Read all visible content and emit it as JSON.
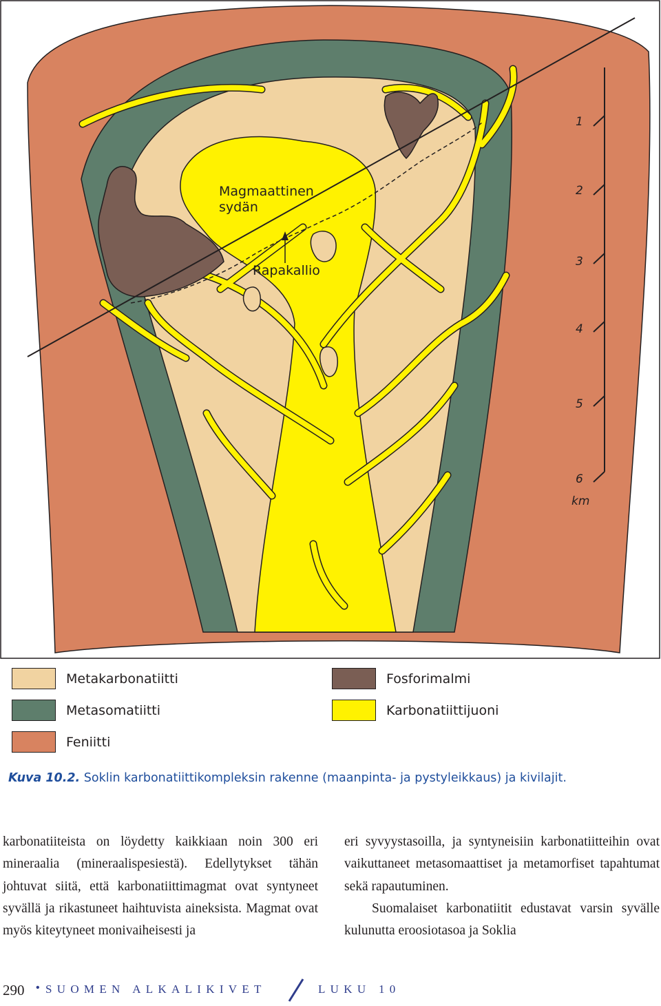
{
  "diagram": {
    "labels": {
      "core": "Magmaattinen\nsydän",
      "site": "Rapakallio"
    },
    "depth_scale": {
      "ticks": [
        "1",
        "2",
        "3",
        "4",
        "5",
        "6"
      ],
      "unit": "km"
    },
    "colors": {
      "metakarbonatiitti": "#f1d3a1",
      "metasomatiitti": "#5e7e6c",
      "feniitti": "#d88360",
      "fosforimalmi": "#7a5e54",
      "karbonatiittijuoni": "#fff200"
    }
  },
  "legend": {
    "items": [
      {
        "label": "Metakarbonatiitti",
        "color": "#f1d3a1"
      },
      {
        "label": "Fosforimalmi",
        "color": "#7a5e54"
      },
      {
        "label": "Metasomatiitti",
        "color": "#5e7e6c"
      },
      {
        "label": "Karbonatiittijuoni",
        "color": "#fff200"
      },
      {
        "label": "Feniitti",
        "color": "#d88360"
      }
    ]
  },
  "caption": {
    "number": "Kuva 10.2.",
    "text": "Soklin karbonatiittikompleksin rakenne (maanpinta- ja pystyleikkaus) ja kivilajit."
  },
  "body": {
    "left_column": "karbonatiiteista on löydetty kaikkiaan noin 300 eri mineraalia (mineraalispesiestä). Edellytykset tähän johtuvat siitä, että karbonatiittimagmat ovat syntyneet syvällä ja rikastuneet haihtuvista aineksista. Magmat ovat myös kiteytyneet monivaiheisesti ja",
    "right_column_p1": "eri syvyystasoilla, ja syntyneisiin karbonatiitteihin ovat vaikuttaneet metasomaattiset ja metamorfiset tapahtumat sekä rapautuminen.",
    "right_column_p2": "Suomalaiset karbonatiitit edustavat varsin syvälle kulunutta eroosiotasoa ja Soklia"
  },
  "footer": {
    "page_number": "290",
    "book_title": "SUOMEN ALKALIKIVET",
    "chapter": "LUKU 10"
  }
}
